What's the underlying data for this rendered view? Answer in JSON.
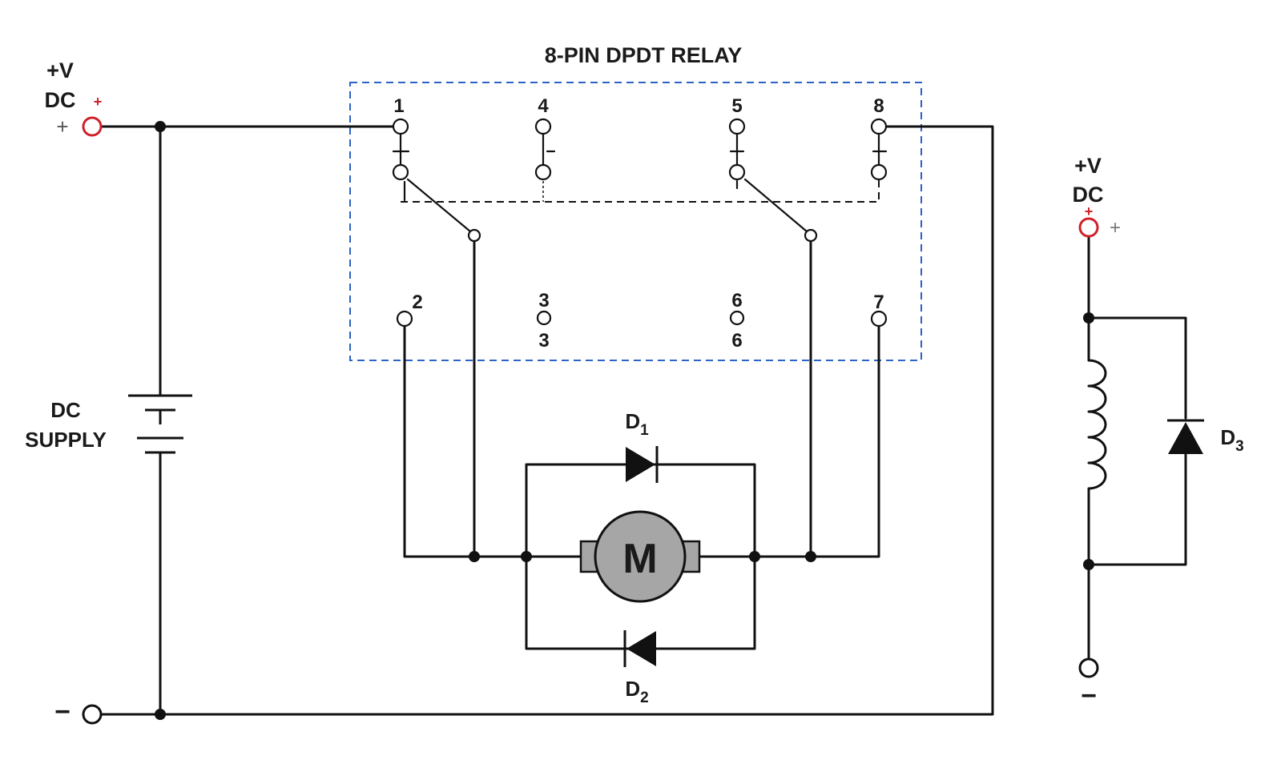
{
  "relay": {
    "title": "8-PIN DPDT RELAY",
    "pins": {
      "p1": "1",
      "p2": "2",
      "p3": "3",
      "p4": "4",
      "p5": "5",
      "p6": "6",
      "p7": "7",
      "p8": "8"
    },
    "box_color": "#2b63c6"
  },
  "left_supply": {
    "voltage_label_line1": "+V",
    "voltage_label_line2": "DC",
    "terminal_plus_red": "+",
    "terminal_plus_gray": "+",
    "negative_label": "−",
    "supply_label_line1": "DC",
    "supply_label_line2": "SUPPLY"
  },
  "coil_supply": {
    "voltage_label_line1": "+V",
    "voltage_label_line2": "DC",
    "terminal_plus_red": "+",
    "terminal_plus_gray": "+",
    "negative_label": "−"
  },
  "motor": {
    "label": "M",
    "body_color": "#a6a6a6"
  },
  "diodes": {
    "d1": {
      "letter": "D",
      "sub": "1"
    },
    "d2": {
      "letter": "D",
      "sub": "2"
    },
    "d3": {
      "letter": "D",
      "sub": "3"
    }
  },
  "colors": {
    "terminal_red": "#d0212a",
    "wire": "#111111"
  }
}
